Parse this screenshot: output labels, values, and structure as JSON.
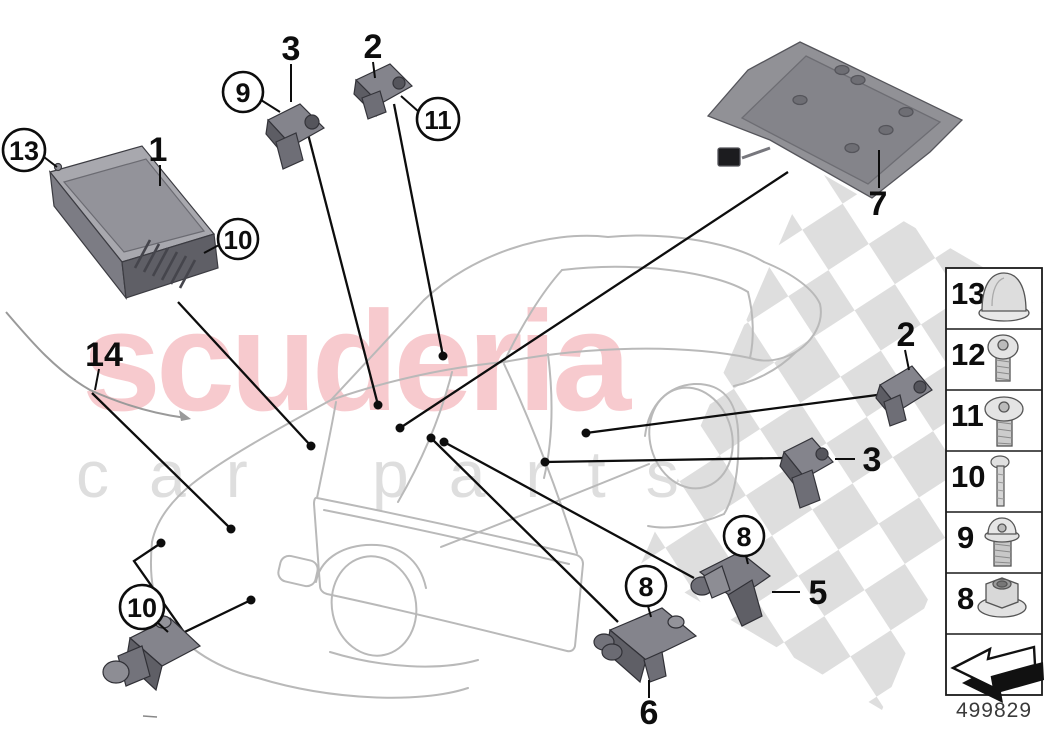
{
  "watermark": {
    "primary": "scuderia",
    "secondary": "car parts"
  },
  "drawing_number": "499829",
  "callouts": {
    "plain": {
      "p1": "1",
      "p2_top": "2",
      "p3_top": "3",
      "p7": "7",
      "p14": "14",
      "p2_side": "2",
      "p3_side": "3",
      "p5": "5",
      "p6": "6"
    },
    "circled": {
      "c13": "13",
      "c9": "9",
      "c10_top": "10",
      "c11": "11",
      "c10_front": "10",
      "c8_door": "8",
      "c8_pillar": "8"
    }
  },
  "hardware_legend": {
    "rows": [
      {
        "ref": "13",
        "icon": "cap-nut"
      },
      {
        "ref": "12",
        "icon": "pan-head-screw"
      },
      {
        "ref": "11",
        "icon": "pan-head-screw"
      },
      {
        "ref": "10",
        "icon": "long-bolt"
      },
      {
        "ref": "9",
        "icon": "flange-screw"
      },
      {
        "ref": "8",
        "icon": "flange-nut"
      },
      {
        "ref": "",
        "icon": "direction-arrow"
      }
    ]
  }
}
